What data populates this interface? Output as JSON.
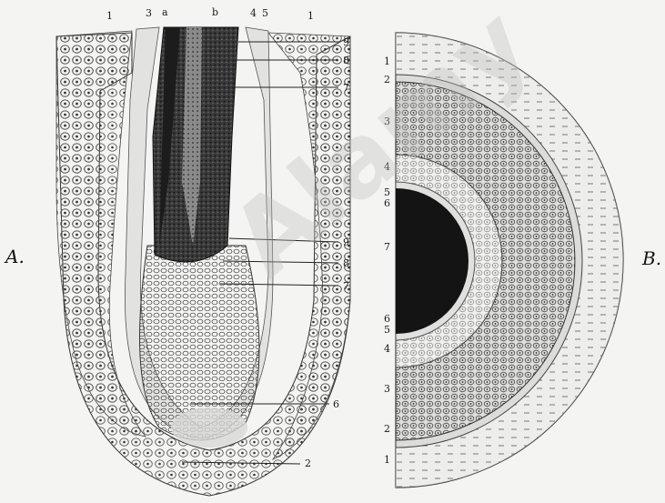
{
  "figure": {
    "panel_a_label": "A.",
    "panel_b_label": "B.",
    "top_labels": [
      "1",
      "3",
      "a",
      "b",
      "4",
      "5",
      "1"
    ],
    "a_right_labels": [
      "9",
      "8",
      "7",
      "9",
      "8",
      "7",
      "6",
      "2"
    ],
    "b_left_labels_top": [
      "1",
      "2",
      "3",
      "4",
      "5",
      "6",
      "7"
    ],
    "b_left_labels_bottom": [
      "6",
      "5",
      "4",
      "3",
      "2",
      "1"
    ],
    "watermark_text": "Alamy"
  },
  "colors": {
    "paper": "#f4f4f2",
    "ink": "#1a1a1a",
    "shaft_dark": "#2a2a2a",
    "medulla": "#111111",
    "cells": "#444444"
  }
}
